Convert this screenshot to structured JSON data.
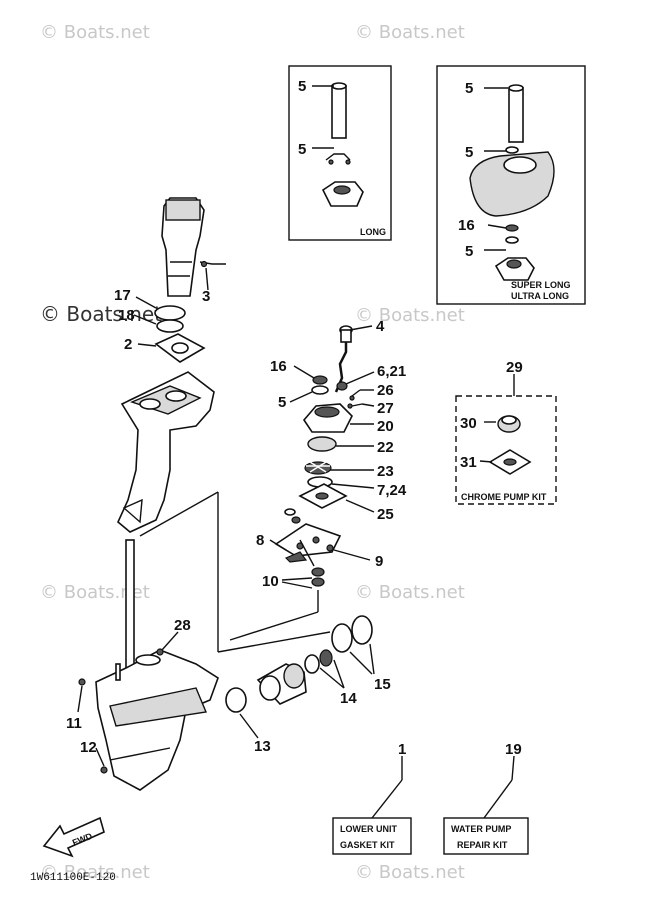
{
  "watermark": "© Boats.net",
  "inset_long": {
    "label": "LONG",
    "callouts": [
      "5",
      "5"
    ]
  },
  "inset_super": {
    "label_line1": "SUPER LONG",
    "label_line2": "ULTRA LONG",
    "callouts": [
      "5",
      "5",
      "16",
      "5"
    ]
  },
  "chrome_kit": {
    "number": "29",
    "label": "CHROME PUMP KIT",
    "callouts": [
      "30",
      "31"
    ]
  },
  "kits": {
    "lower_unit": {
      "number": "1",
      "line1": "LOWER UNIT",
      "line2": "GASKET KIT"
    },
    "water_pump": {
      "number": "19",
      "line1": "WATER PUMP",
      "line2": "REPAIR KIT"
    }
  },
  "callouts": {
    "c17": "17",
    "c18": "18",
    "c2": "2",
    "c3": "3",
    "c4": "4",
    "c16": "16",
    "c5": "5",
    "c621": "6,21",
    "c26": "26",
    "c27": "27",
    "c20": "20",
    "c22": "22",
    "c23": "23",
    "c724": "7,24",
    "c25": "25",
    "c8": "8",
    "c9": "9",
    "c10": "10",
    "c28": "28",
    "c15": "15",
    "c14": "14",
    "c13": "13",
    "c11": "11",
    "c12": "12"
  },
  "fwd_label": "FWD",
  "diagram_code": "1W611100E-120"
}
